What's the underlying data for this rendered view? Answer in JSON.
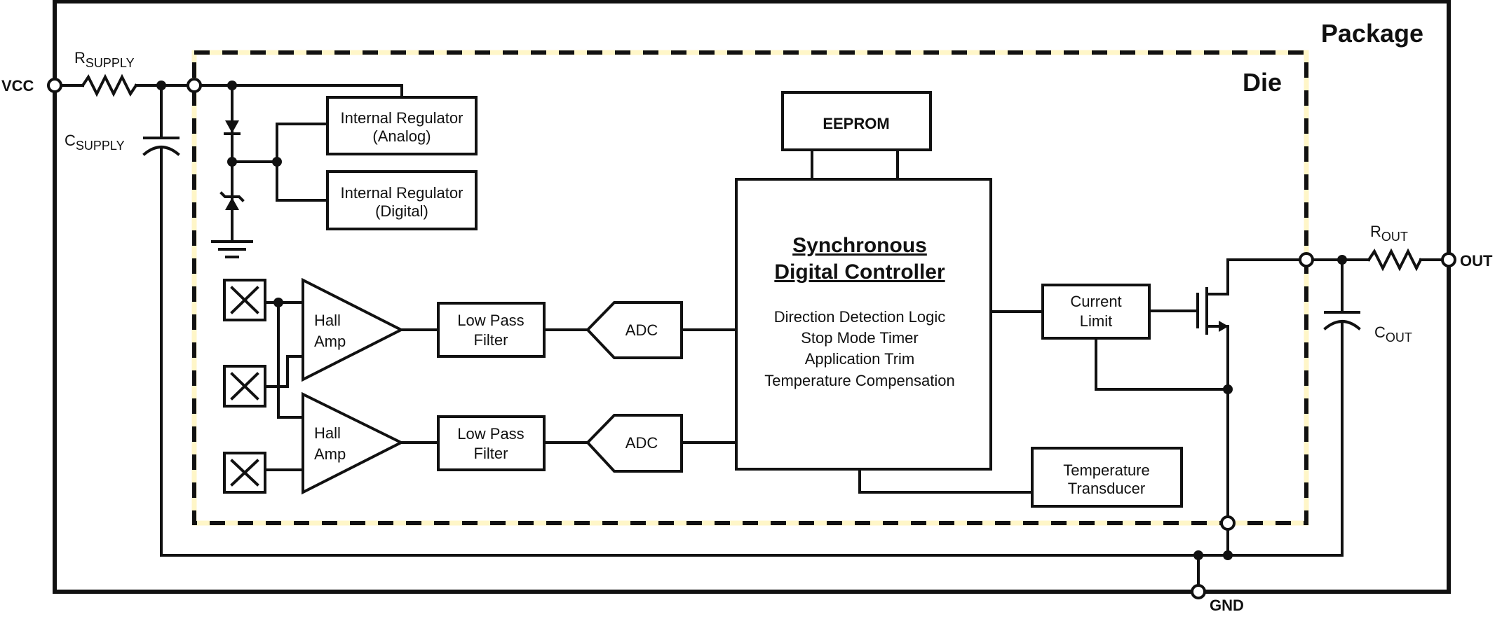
{
  "labels": {
    "package": "Package",
    "die": "Die",
    "vcc": "VCC",
    "out": "OUT",
    "gnd": "GND",
    "r_supply": {
      "main": "R",
      "sub": "SUPPLY"
    },
    "c_supply": {
      "main": "C",
      "sub": "SUPPLY"
    },
    "r_out": {
      "main": "R",
      "sub": "OUT"
    },
    "c_out": {
      "main": "C",
      "sub": "OUT"
    }
  },
  "blocks": {
    "reg_analog": [
      "Internal Regulator",
      "(Analog)"
    ],
    "reg_digital": [
      "Internal Regulator",
      "(Digital)"
    ],
    "eeprom": "EEPROM",
    "controller": {
      "title": [
        "Synchronous",
        "Digital Controller"
      ],
      "functions": [
        "Direction Detection Logic",
        "Stop Mode Timer",
        "Application Trim",
        "Temperature Compensation"
      ]
    },
    "hall_amp_1": [
      "Hall",
      "Amp"
    ],
    "hall_amp_2": [
      "Hall",
      "Amp"
    ],
    "lpf_1": [
      "Low Pass",
      "Filter"
    ],
    "lpf_2": [
      "Low Pass",
      "Filter"
    ],
    "adc_1": "ADC",
    "adc_2": "ADC",
    "current_limit": [
      "Current",
      "Limit"
    ],
    "temp_transducer": [
      "Temperature",
      "Transducer"
    ]
  },
  "colors": {
    "wire": "#111111",
    "die_outline_highlight": "#fff6c8",
    "background": "#ffffff"
  }
}
